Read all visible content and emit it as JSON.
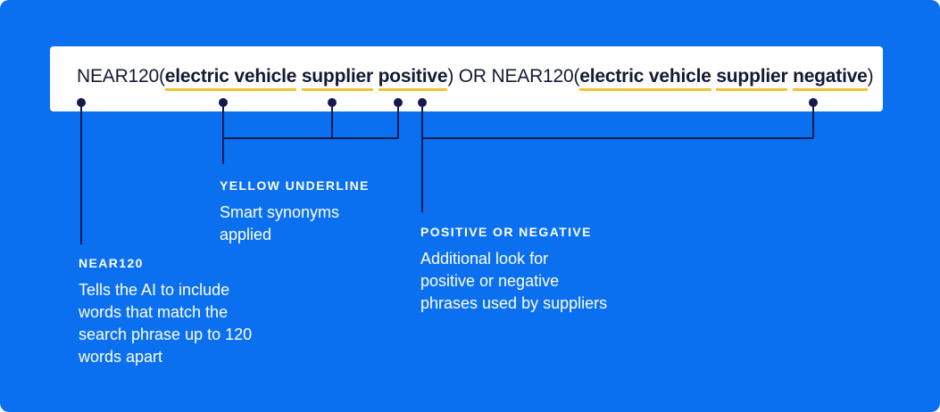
{
  "query": {
    "near_prefix_1": "NEAR120(",
    "term_1": "electric vehicle",
    "term_2": "supplier",
    "term_3": "positive",
    "close_or_near": ") OR NEAR120(",
    "term_4": "electric vehicle",
    "term_5": "supplier",
    "term_6": "negative",
    "close_paren": ")"
  },
  "annotations": {
    "yellow_underline": {
      "heading": "YELLOW UNDERLINE",
      "body_line_1": "Smart synonyms",
      "body_line_2": "applied"
    },
    "near120": {
      "heading": "NEAR120",
      "body_line_1": "Tells the AI to include",
      "body_line_2": "words that match the",
      "body_line_3": "search phrase up to 120",
      "body_line_4": "words apart"
    },
    "positive_negative": {
      "heading": "POSITIVE OR NEGATIVE",
      "body_line_1": "Additional look for",
      "body_line_2": "positive or negative",
      "body_line_3": "phrases used by suppliers"
    }
  },
  "colors": {
    "background": "#0a70f0",
    "underline": "#f2c230",
    "connector": "#141a4d",
    "text_dark": "#141a33",
    "text_light": "#ffffff"
  }
}
